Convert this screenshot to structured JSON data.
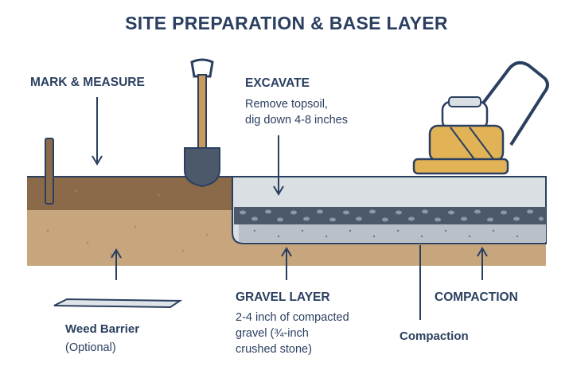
{
  "title": "SITE PREPARATION & BASE LAYER",
  "steps": {
    "mark": {
      "heading": "MARK & MEASURE"
    },
    "excavate": {
      "heading": "EXCAVATE",
      "line1": "Remove topsoil,",
      "line2": "dig down 4-8 inches"
    },
    "weed": {
      "heading": "Weed Barrier",
      "note": "(Optional)"
    },
    "gravel": {
      "heading": "GRAVEL LAYER",
      "line1": "2-4 inch of compacted",
      "line2": "gravel (¾-inch",
      "line3": "crushed stone)"
    },
    "compaction": {
      "heading": "COMPACTION",
      "label": "Compaction"
    }
  },
  "icons": [
    "stake-icon",
    "shovel-icon",
    "plate-compactor-icon"
  ],
  "colors": {
    "text": "#2b3f60",
    "soil_top": "#8b6a4a",
    "soil_bottom": "#c7a57d",
    "gravel": "#4b596b",
    "excavation": "#d9dfe3",
    "compactor_yellow": "#e2b356"
  }
}
